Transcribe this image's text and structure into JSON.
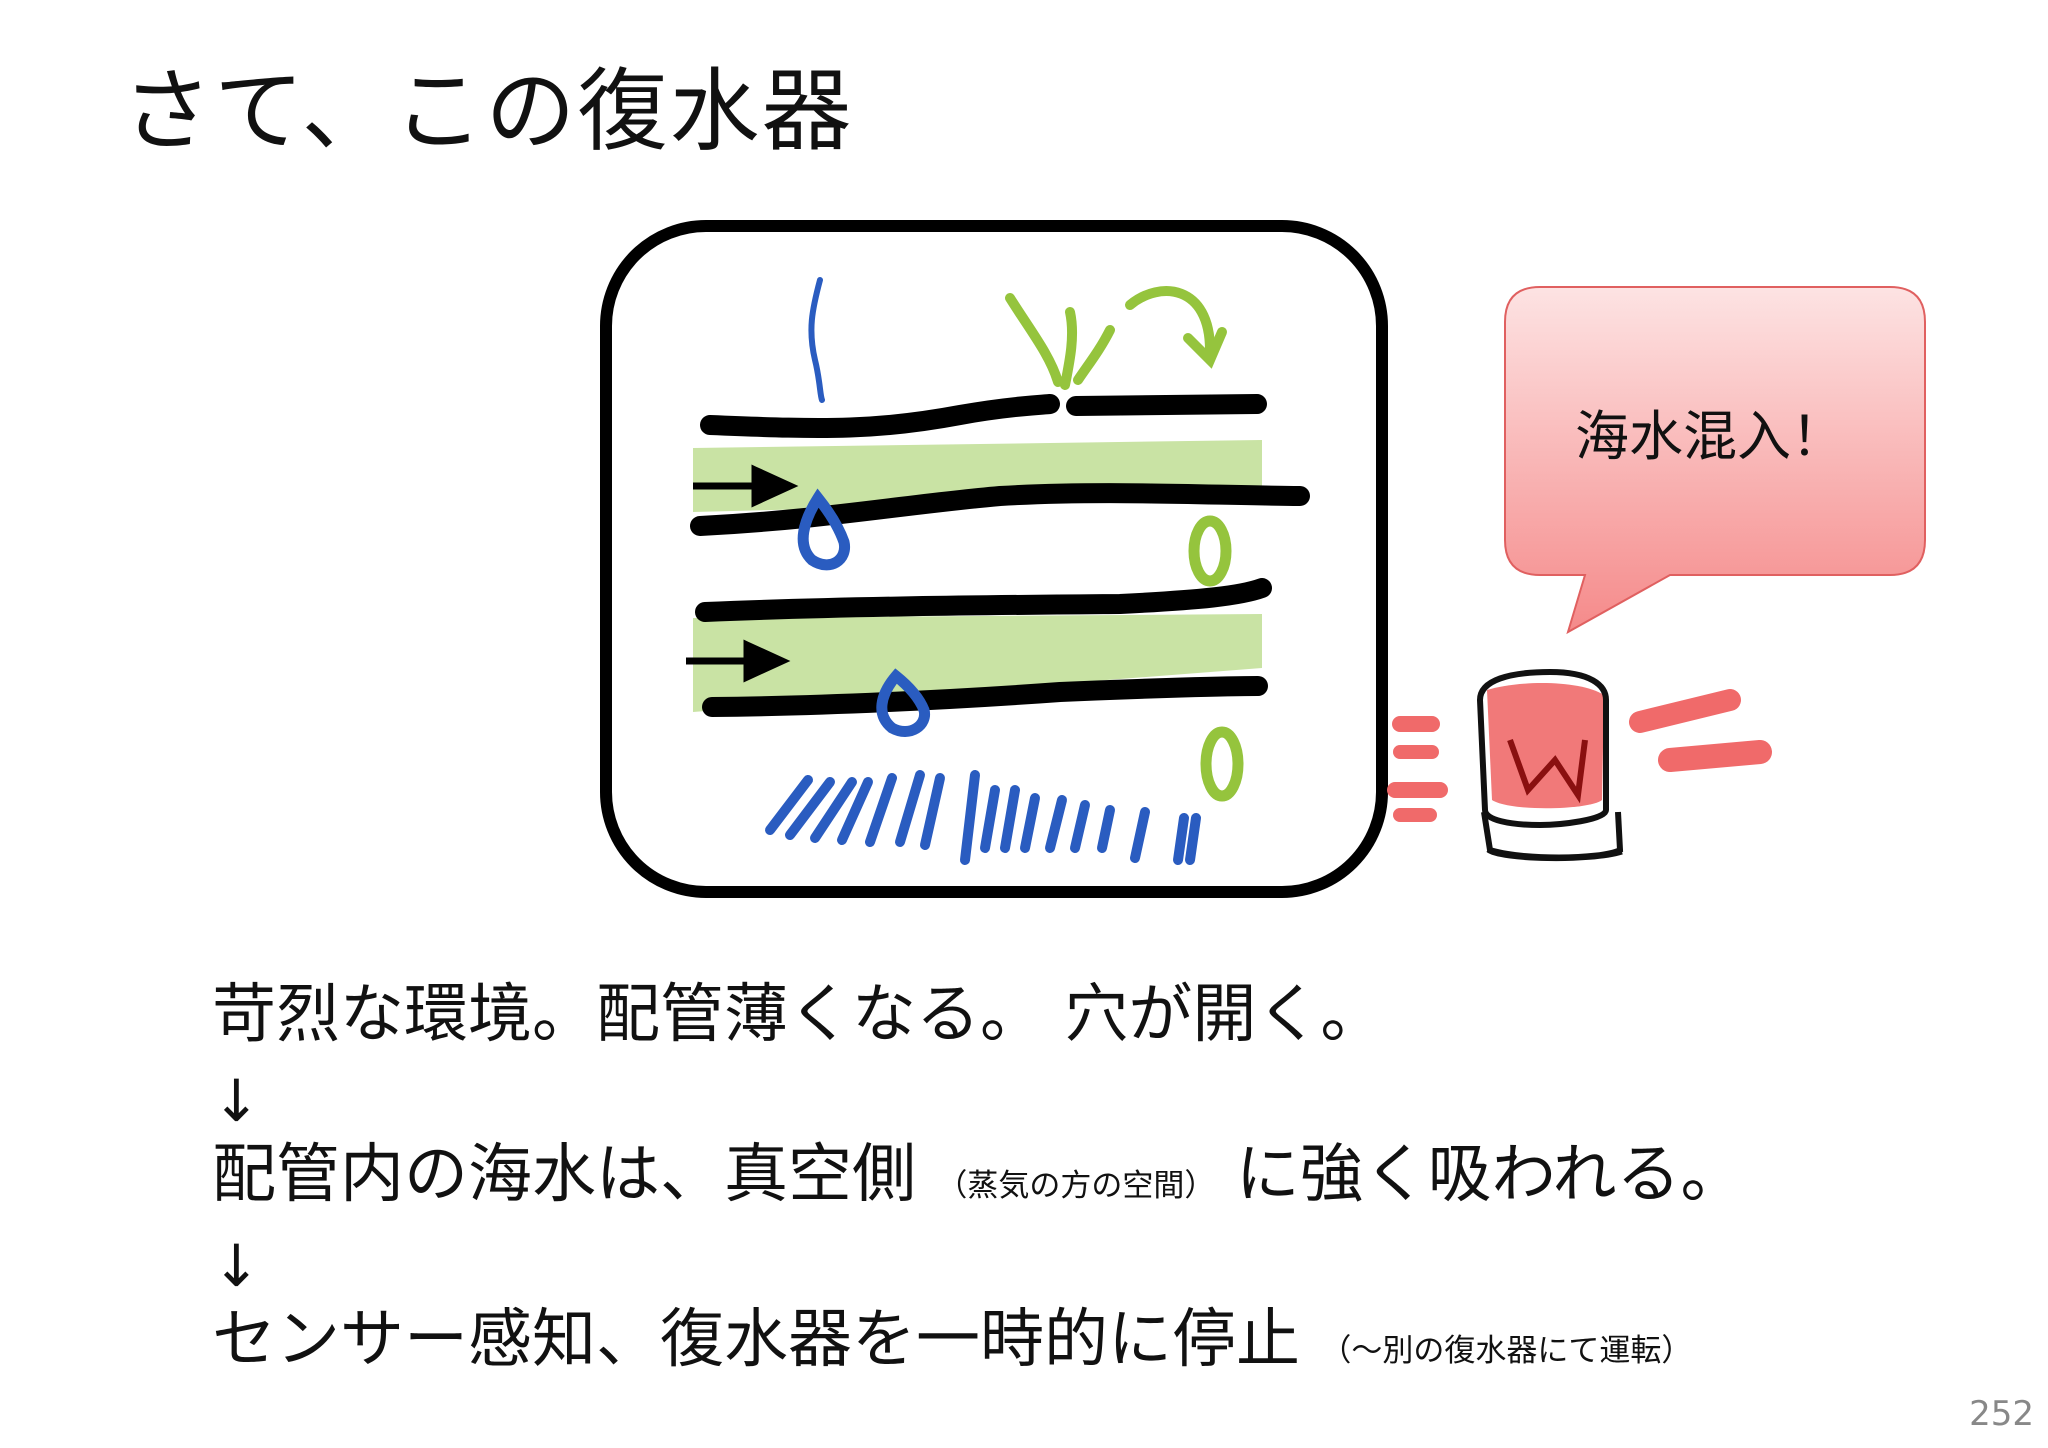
{
  "slide": {
    "title": "さて、この復水器",
    "bubble": "海水混入！",
    "line1": "苛烈な環境。配管薄くなる。 穴が開く。",
    "arrow1": "↓",
    "line2_main": "配管内の海水は、真空側",
    "line2_note": "（蒸気の方の空間）",
    "line2_end": "に強く吸われる。",
    "arrow2": "↓",
    "line3_main": "センサー感知、復水器を一時的に停止",
    "line3_note": "（～別の復水器にて運転）",
    "page_number": "252"
  },
  "colors": {
    "tube_green": "#c9e3a4",
    "pen_green": "#95c43d",
    "pen_blue": "#2a5cc0",
    "alarm_red": "#f06a6a",
    "bubble_top": "#fde3e3",
    "bubble_bottom": "#f58a8a"
  },
  "icons": [
    "right-arrow-icon",
    "curved-arrow-icon",
    "water-drop-icon",
    "alarm-light-icon"
  ]
}
